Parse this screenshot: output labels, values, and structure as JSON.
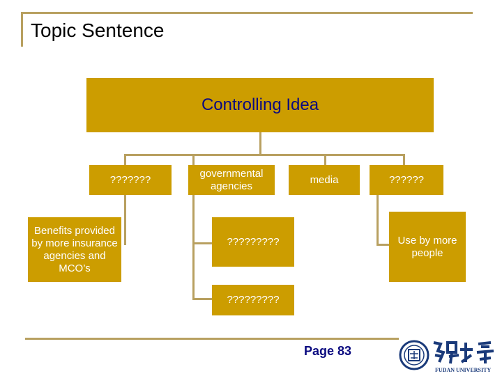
{
  "slide": {
    "title": "Topic Sentence",
    "page_label": "Page 83"
  },
  "diagram": {
    "root": "Controlling Idea",
    "level1": [
      "???????",
      "governmental agencies",
      "media",
      "??????"
    ],
    "children": {
      "col1": [
        "Benefits provided by more insurance agencies and MCO’s"
      ],
      "col2": [
        "?????????",
        "?????????"
      ],
      "col4": [
        "Use by more people"
      ]
    }
  },
  "logo": {
    "name": "fudan-university-logo",
    "text": "FUDAN UNIVERSITY"
  },
  "colors": {
    "box_fill": "#cc9d00",
    "line": "#b8a060",
    "root_text": "#0a0a80"
  }
}
